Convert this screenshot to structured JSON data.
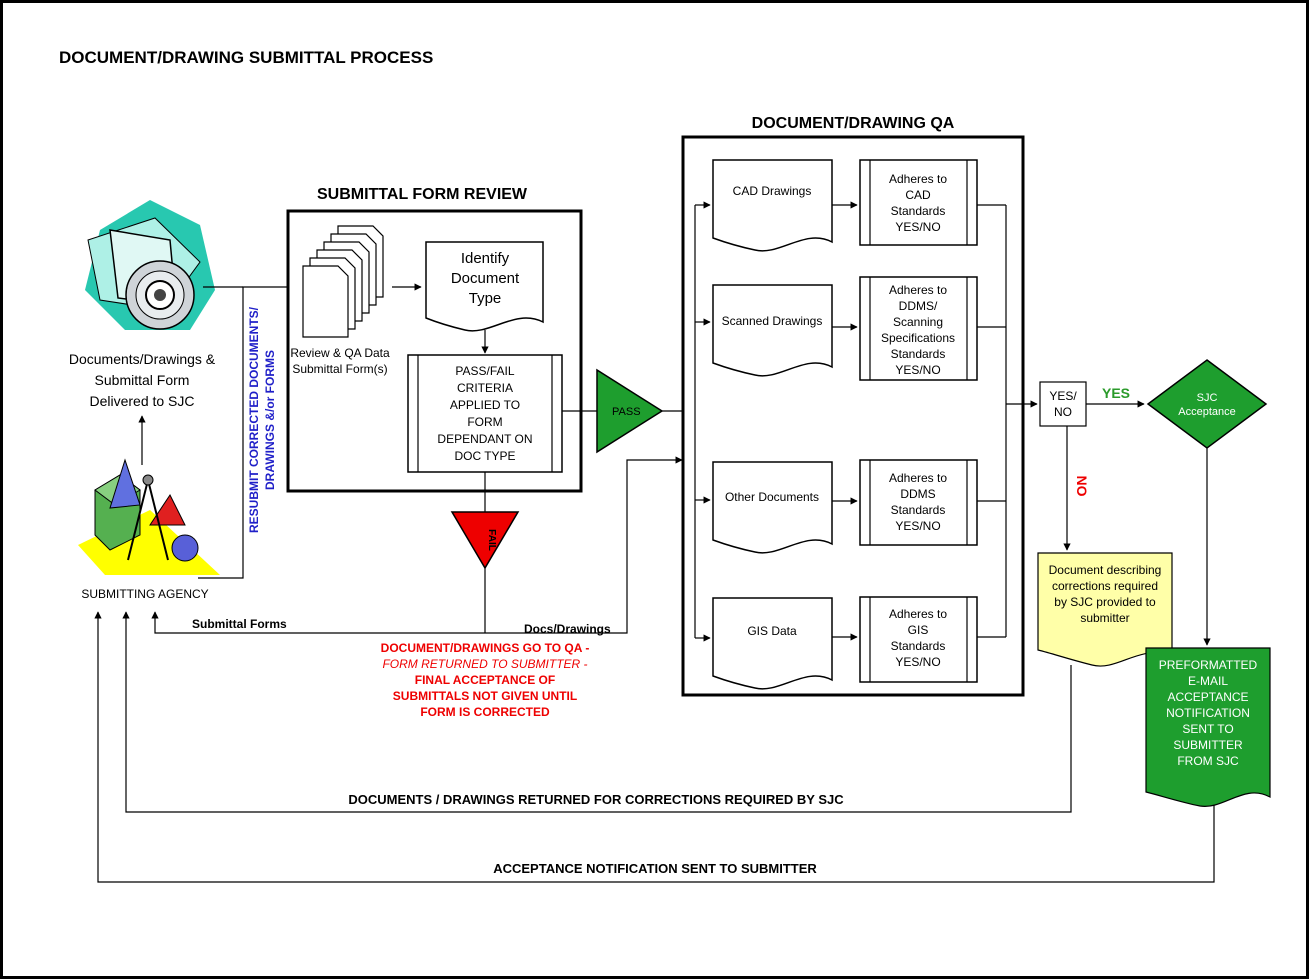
{
  "title": "DOCUMENT/DRAWING SUBMITTAL PROCESS",
  "submittal_form_review": {
    "heading": "SUBMITTAL FORM REVIEW",
    "identify": [
      "Identify",
      "Document",
      "Type"
    ],
    "stack_label": [
      "Review & QA Data",
      "Submittal Form(s)"
    ],
    "criteria": [
      "PASS/FAIL",
      "CRITERIA",
      "APPLIED TO",
      "FORM",
      "DEPENDANT ON",
      "DOC TYPE"
    ]
  },
  "delivered": [
    "Documents/Drawings &",
    "Submittal Form",
    "Delivered to SJC"
  ],
  "agency": "SUBMITTING AGENCY",
  "resubmit": [
    "RESUBMIT CORRECTED DOCUMENTS/",
    "DRAWINGS &/or FORMS"
  ],
  "pass": "PASS",
  "fail": "FAIL",
  "fail_note": {
    "line1": "DOCUMENT/DRAWINGS GO TO QA -",
    "line2": "FORM RETURNED TO SUBMITTER -",
    "line3": "FINAL ACCEPTANCE OF",
    "line4": "SUBMITTALS NOT GIVEN UNTIL",
    "line5": "FORM IS CORRECTED"
  },
  "submittal_forms_label": "Submittal Forms",
  "docs_drawings_label": "Docs/Drawings",
  "qa": {
    "heading": "DOCUMENT/DRAWING QA",
    "cad": "CAD Drawings",
    "cad_std": [
      "Adheres to",
      "CAD",
      "Standards",
      "YES/NO"
    ],
    "scanned": "Scanned Drawings",
    "scanned_std": [
      "Adheres to",
      "DDMS/",
      "Scanning",
      "Specifications",
      "Standards",
      "YES/NO"
    ],
    "other": "Other Documents",
    "other_std": [
      "Adheres to",
      "DDMS",
      "Standards",
      "YES/NO"
    ],
    "gis": "GIS Data",
    "gis_std": [
      "Adheres to",
      "GIS",
      "Standards",
      "YES/NO"
    ]
  },
  "yesno": [
    "YES/",
    "NO"
  ],
  "yes": "YES",
  "no": "NO",
  "acceptance": [
    "SJC",
    "Acceptance"
  ],
  "corrections_doc": [
    "Document describing",
    "corrections required",
    "by SJC provided to",
    "submitter"
  ],
  "email_note": [
    "PREFORMATTED",
    "E-MAIL",
    "ACCEPTANCE",
    "NOTIFICATION",
    "SENT TO",
    "SUBMITTER",
    "FROM SJC"
  ],
  "returned_label": "DOCUMENTS / DRAWINGS RETURNED FOR CORRECTIONS REQUIRED BY SJC",
  "acceptance_label": "ACCEPTANCE NOTIFICATION SENT TO SUBMITTER",
  "colors": {
    "green": "#1e9e2e",
    "red": "#ee0000",
    "blue": "#1f1fc8",
    "yellow": "#ffffa8",
    "green_text": "#2a9a2a"
  }
}
